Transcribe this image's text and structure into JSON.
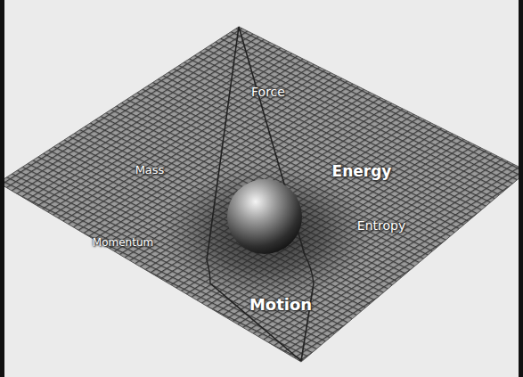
{
  "diagram": {
    "labels": [
      "Force",
      "Mass",
      "Energy",
      "Entropy",
      "Momentum",
      "Motion"
    ]
  }
}
